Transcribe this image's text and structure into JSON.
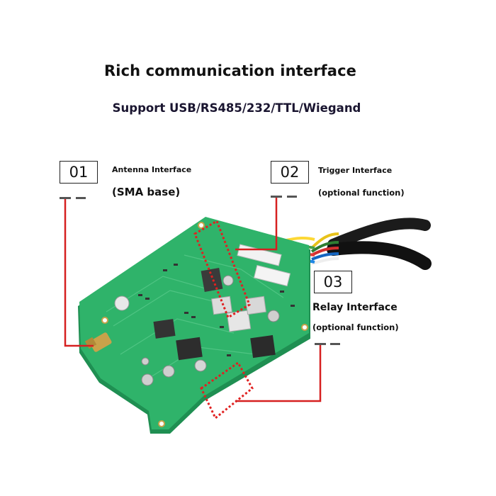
{
  "title": "Rich communication interface",
  "subtitle": "Support USB/RS485/232/TTL/Wiegand",
  "callouts": [
    {
      "number": "01",
      "label": "Antenna Interface",
      "detail": "(SMA base)"
    },
    {
      "number": "02",
      "label": "Trigger Interface",
      "detail": "(optional function)"
    },
    {
      "number": "03",
      "label": "Relay Interface",
      "detail": "(optional function)"
    }
  ],
  "colors": {
    "pcb": "#2fb36a",
    "pcb_dark": "#1f8f52",
    "leader_line": "#d62020",
    "highlight_box": "#e02020",
    "gold": "#c9a24a"
  },
  "icons": {
    "board": "rfid-reader-pcb-photo",
    "cable": "multi-wire-cable"
  }
}
